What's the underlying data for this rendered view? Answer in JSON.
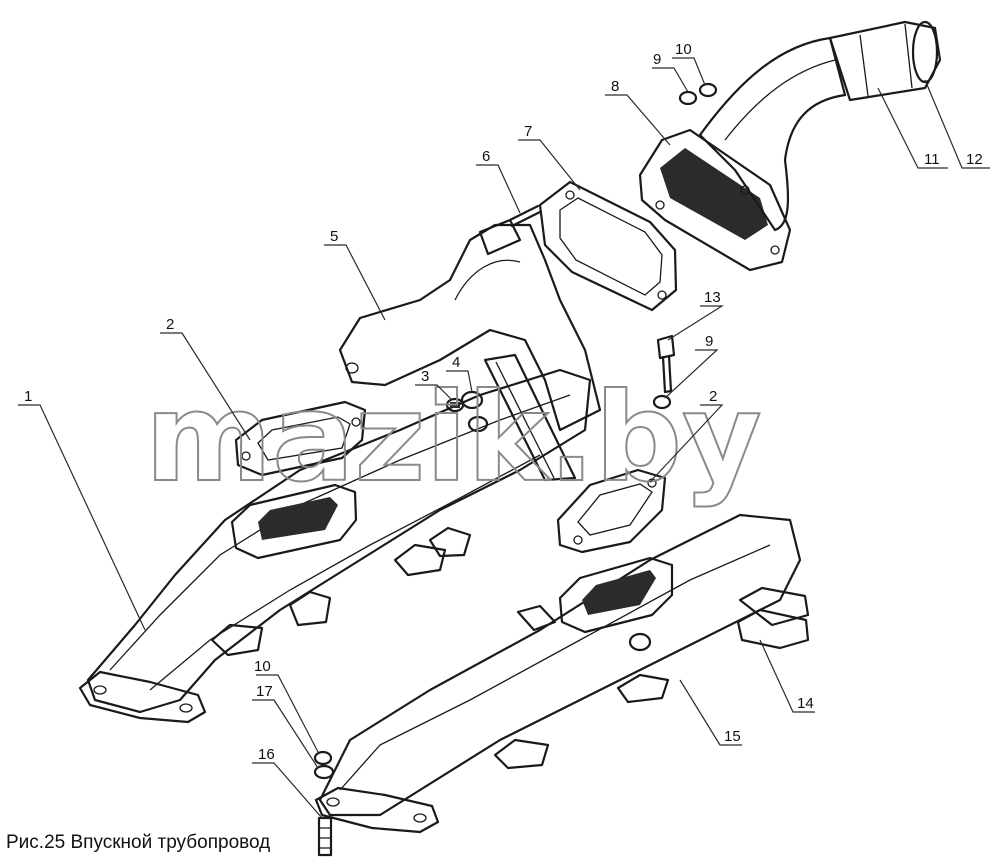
{
  "caption": "Рис.25 Впускной трубопровод",
  "watermark": "mazik.by",
  "callouts": [
    {
      "id": "c1",
      "label": "1"
    },
    {
      "id": "c2a",
      "label": "2"
    },
    {
      "id": "c2b",
      "label": "2"
    },
    {
      "id": "c3",
      "label": "3"
    },
    {
      "id": "c4",
      "label": "4"
    },
    {
      "id": "c5",
      "label": "5"
    },
    {
      "id": "c6",
      "label": "6"
    },
    {
      "id": "c7",
      "label": "7"
    },
    {
      "id": "c8",
      "label": "8"
    },
    {
      "id": "c9a",
      "label": "9"
    },
    {
      "id": "c9b",
      "label": "9"
    },
    {
      "id": "c10a",
      "label": "10"
    },
    {
      "id": "c10b",
      "label": "10"
    },
    {
      "id": "c11",
      "label": "11"
    },
    {
      "id": "c12",
      "label": "12"
    },
    {
      "id": "c13",
      "label": "13"
    },
    {
      "id": "c14",
      "label": "14"
    },
    {
      "id": "c15",
      "label": "15"
    },
    {
      "id": "c16",
      "label": "16"
    },
    {
      "id": "c17",
      "label": "17"
    }
  ]
}
